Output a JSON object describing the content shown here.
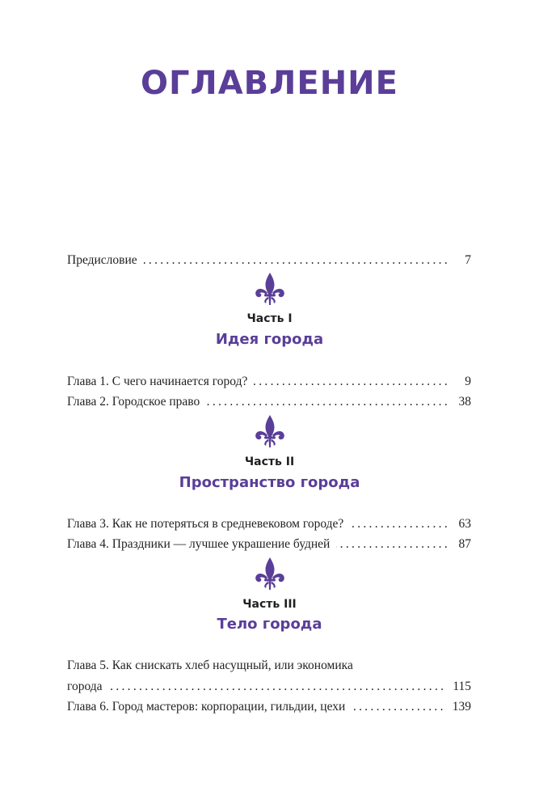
{
  "page": {
    "title": "ОГЛАВЛЕНИЕ",
    "accent_color": "#5a3e98",
    "text_color": "#231f20"
  },
  "toc": {
    "leader": "........................................................................................................",
    "preface": {
      "label": "Предисловие",
      "page": "7"
    },
    "parts": [
      {
        "label": "Часть I",
        "title": "Идея города",
        "ornament_icon": "fleur-de-lis-icon",
        "chapters": [
          {
            "label": "Глава 1. С чего начинается город?",
            "page": "9"
          },
          {
            "label": "Глава 2. Городское право",
            "page": "38"
          }
        ]
      },
      {
        "label": "Часть II",
        "title": "Пространство города",
        "ornament_icon": "fleur-de-lis-icon",
        "chapters": [
          {
            "label": "Глава 3. Как не потеряться в средневековом городе?",
            "page": "63"
          },
          {
            "label": "Глава 4. Праздники — лучшее украшение будней",
            "page": "87"
          }
        ]
      },
      {
        "label": "Часть III",
        "title": "Тело города",
        "ornament_icon": "fleur-de-lis-icon",
        "chapters": [
          {
            "label_line1": "Глава 5. Как снискать хлеб насущный, или экономика",
            "label": "города",
            "page": "115"
          },
          {
            "label": "Глава 6. Город мастеров: корпорации, гильдии, цехи",
            "page": "139"
          }
        ]
      }
    ]
  }
}
